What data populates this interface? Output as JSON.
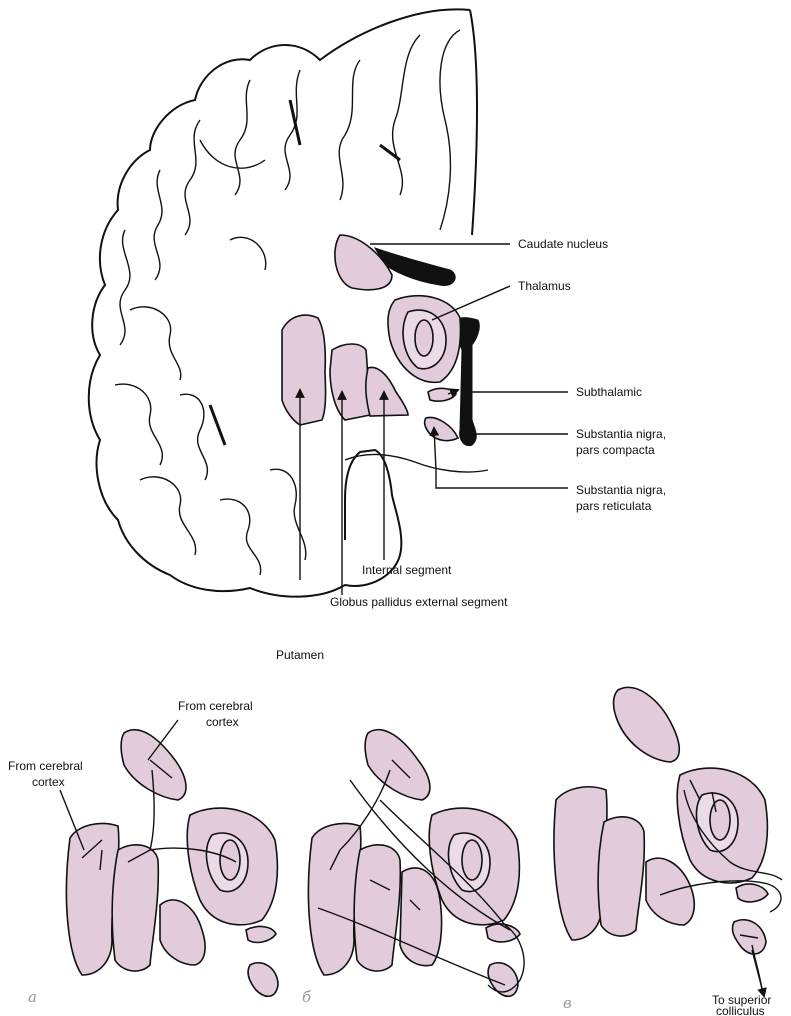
{
  "top_diagram": {
    "labels": {
      "caudate": "Caudate nucleus",
      "thalamus": "Thalamus",
      "subthalamic": "Subthalamic",
      "snc_1": "Substantia nigra,",
      "snc_2": "pars compacta",
      "snr_1": "Substantia nigra,",
      "snr_2": "pars reticulata",
      "internal": "Internal segment",
      "globus": "Globus pallidus external segment",
      "putamen": "Putamen"
    }
  },
  "bottom_panels": {
    "a": {
      "letter": "a",
      "label_cortex_1_line1": "From cerebral",
      "label_cortex_1_line2": "cortex",
      "label_cortex_2_line1": "From cerebral",
      "label_cortex_2_line2": "cortex"
    },
    "b": {
      "letter": "б"
    },
    "c": {
      "letter": "в",
      "label_sc_line1": "To superior",
      "label_sc_line2": "colliculus"
    }
  },
  "colors": {
    "nucleus_fill": "#e2ccdc",
    "outline": "#111111",
    "background": "#ffffff"
  }
}
